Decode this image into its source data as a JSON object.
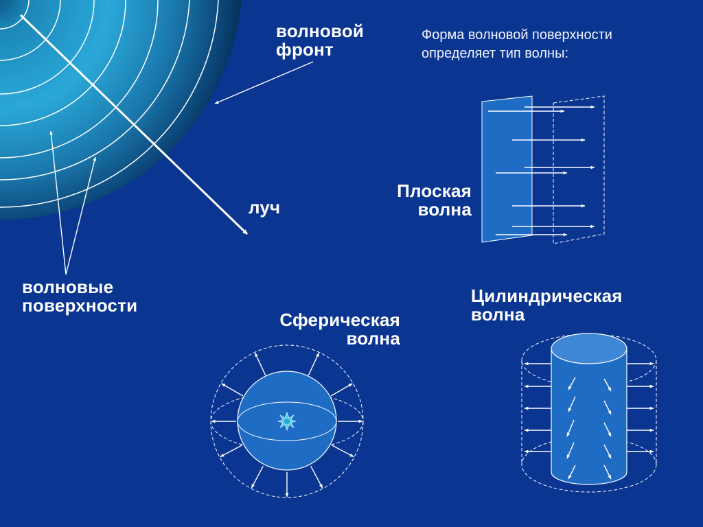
{
  "labels": {
    "wavefront": [
      "волновой",
      "фронт"
    ],
    "ray": "луч",
    "wave_surfaces": [
      "волновые",
      "поверхности"
    ],
    "intro": [
      "Форма волновой поверхности",
      "определяет тип волны:"
    ],
    "plane_wave": [
      "Плоская",
      "волна"
    ],
    "spherical_wave": [
      "Сферическая",
      "волна"
    ],
    "cylindrical_wave": [
      "Цилиндрическая",
      "волна"
    ]
  },
  "colors": {
    "background": "#0a3590",
    "glow_center": "#6fd2f4",
    "glow_edge": "#04243f",
    "shape_fill": "#1f6cc4",
    "line": "#ffffff"
  }
}
